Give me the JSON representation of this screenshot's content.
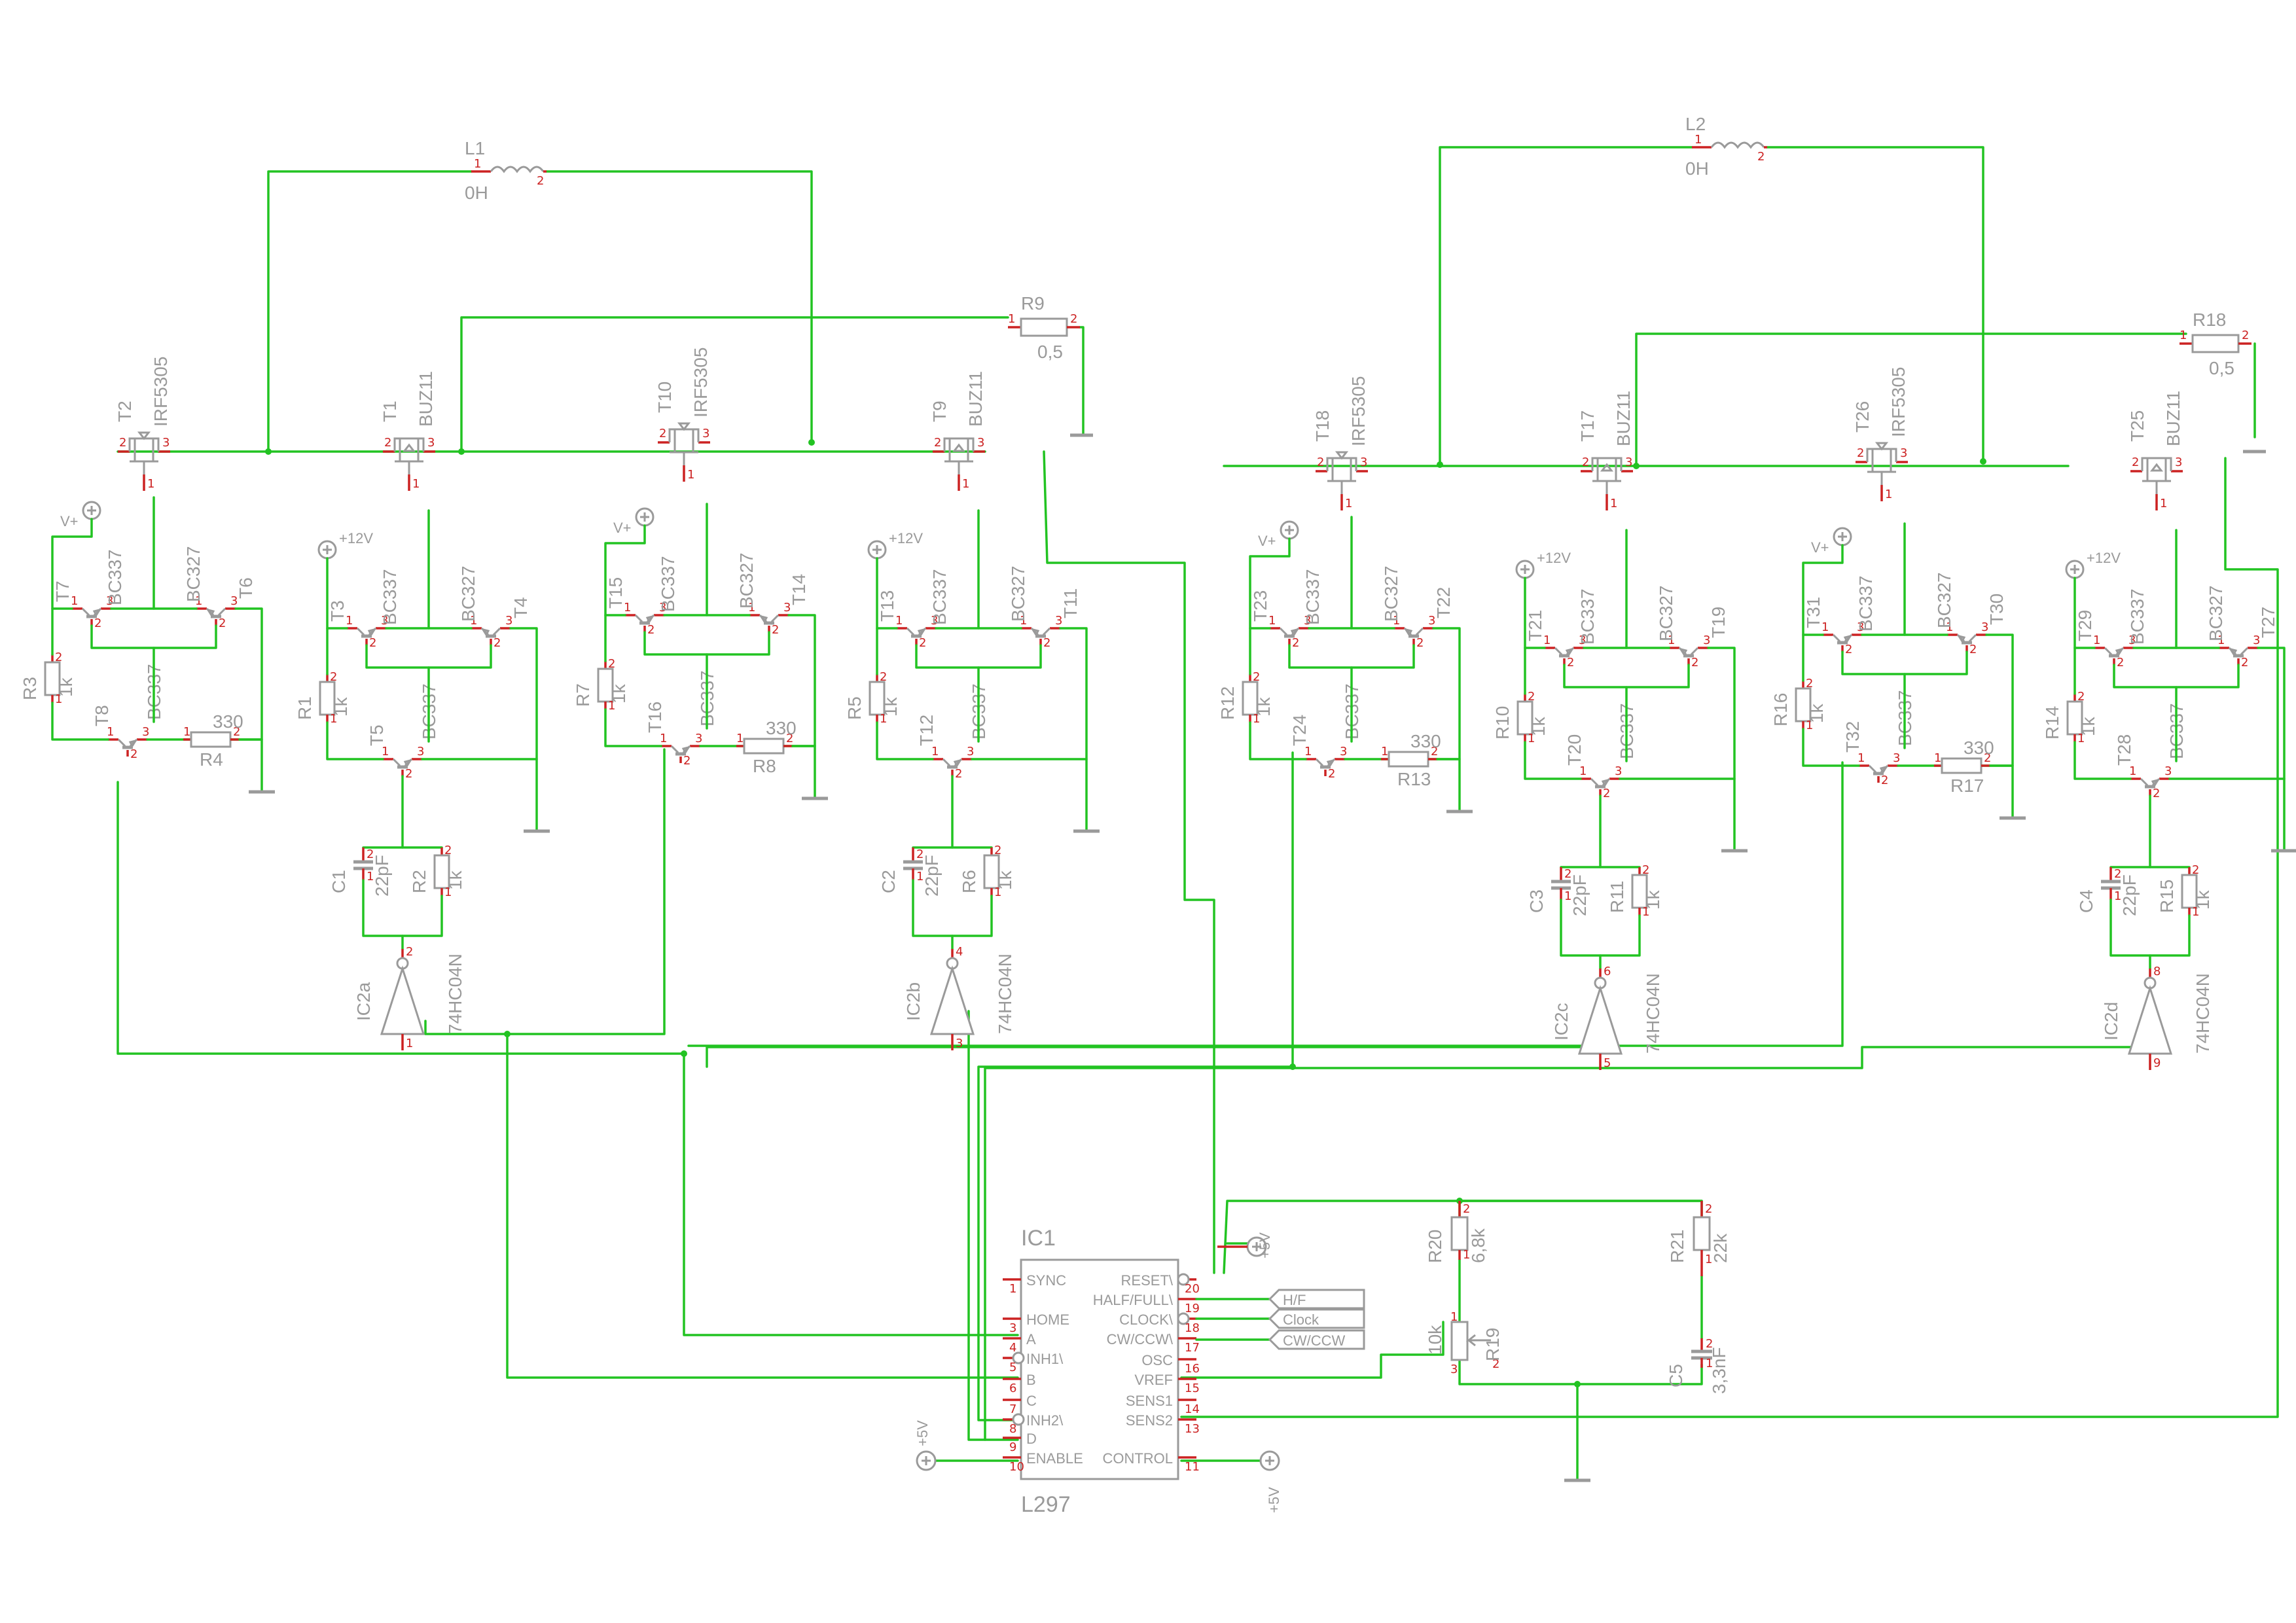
{
  "inductors": [
    {
      "id": "L1",
      "ref": "L1",
      "value": "0H"
    },
    {
      "id": "L2",
      "ref": "L2",
      "value": "0H"
    }
  ],
  "sense_resistors": [
    {
      "ref": "R9",
      "value": "0,5"
    },
    {
      "ref": "R18",
      "value": "0,5"
    }
  ],
  "bridges": [
    {
      "id": "b1",
      "pmos_a": {
        "ref": "T2",
        "type": "IRF5305"
      },
      "nmos_a": {
        "ref": "T1",
        "type": "BUZ11"
      },
      "pmos_b": {
        "ref": "T10",
        "type": "IRF5305"
      },
      "nmos_b": {
        "ref": "T9",
        "type": "BUZ11"
      },
      "drv": [
        {
          "npn": "T7",
          "npn_type": "BC337",
          "pnp": "T6",
          "pnp_type": "BC327",
          "rb": "R3",
          "rb_val": "1k",
          "q": "T8",
          "q_type": "BC337",
          "rc": "R4",
          "rc_val": "330",
          "supply": "V+"
        },
        {
          "npn": "T3",
          "npn_type": "BC337",
          "pnp": "T4",
          "pnp_type": "BC327",
          "rb": "R1",
          "rb_val": "1k",
          "q": "T5",
          "q_type": "BC337",
          "c": "C1",
          "c_val": "22pF",
          "r": "R2",
          "r_val": "1k",
          "inv": "IC2a",
          "inv_type": "74HC04N",
          "supply": "+12V",
          "pin_in": "1",
          "pin_out": "2"
        },
        {
          "npn": "T15",
          "npn_type": "BC337",
          "pnp": "T14",
          "pnp_type": "BC327",
          "rb": "R7",
          "rb_val": "1k",
          "q": "T16",
          "q_type": "BC337",
          "rc": "R8",
          "rc_val": "330",
          "supply": "V+"
        },
        {
          "npn": "T13",
          "npn_type": "BC337",
          "pnp": "T11",
          "pnp_type": "BC327",
          "rb": "R5",
          "rb_val": "1k",
          "q": "T12",
          "q_type": "BC337",
          "c": "C2",
          "c_val": "22pF",
          "r": "R6",
          "r_val": "1k",
          "inv": "IC2b",
          "inv_type": "74HC04N",
          "supply": "+12V",
          "pin_in": "3",
          "pin_out": "4"
        }
      ]
    },
    {
      "id": "b2",
      "pmos_a": {
        "ref": "T18",
        "type": "IRF5305"
      },
      "nmos_a": {
        "ref": "T17",
        "type": "BUZ11"
      },
      "pmos_b": {
        "ref": "T26",
        "type": "IRF5305"
      },
      "nmos_b": {
        "ref": "T25",
        "type": "BUZ11"
      },
      "drv": [
        {
          "npn": "T23",
          "npn_type": "BC337",
          "pnp": "T22",
          "pnp_type": "BC327",
          "rb": "R12",
          "rb_val": "1k",
          "q": "T24",
          "q_type": "BC337",
          "rc": "R13",
          "rc_val": "330",
          "supply": "V+"
        },
        {
          "npn": "T21",
          "npn_type": "BC337",
          "pnp": "T19",
          "pnp_type": "BC327",
          "rb": "R10",
          "rb_val": "1k",
          "q": "T20",
          "q_type": "BC337",
          "c": "C3",
          "c_val": "22pF",
          "r": "R11",
          "r_val": "1k",
          "inv": "IC2c",
          "inv_type": "74HC04N",
          "supply": "+12V",
          "pin_in": "5",
          "pin_out": "6"
        },
        {
          "npn": "T31",
          "npn_type": "BC337",
          "pnp": "T30",
          "pnp_type": "BC327",
          "rb": "R16",
          "rb_val": "1k",
          "q": "T32",
          "q_type": "BC337",
          "rc": "R17",
          "rc_val": "330",
          "supply": "V+"
        },
        {
          "npn": "T29",
          "npn_type": "BC337",
          "pnp": "T27",
          "pnp_type": "BC327",
          "rb": "R14",
          "rb_val": "1k",
          "q": "T28",
          "q_type": "BC337",
          "c": "C4",
          "c_val": "22pF",
          "r": "R15",
          "r_val": "1k",
          "inv": "IC2d",
          "inv_type": "74HC04N",
          "supply": "+12V",
          "pin_in": "9",
          "pin_out": "8"
        }
      ]
    }
  ],
  "controller": {
    "ref": "IC1",
    "type": "L297",
    "left_pins": [
      {
        "name": "SYNC",
        "num": "1",
        "bubble": false
      },
      {
        "name": "HOME",
        "num": "3",
        "bubble": false
      },
      {
        "name": "A",
        "num": "4",
        "bubble": false
      },
      {
        "name": "INH1\\",
        "num": "5",
        "bubble": true
      },
      {
        "name": "B",
        "num": "6",
        "bubble": false
      },
      {
        "name": "C",
        "num": "7",
        "bubble": false
      },
      {
        "name": "INH2\\",
        "num": "8",
        "bubble": true
      },
      {
        "name": "D",
        "num": "9",
        "bubble": false
      },
      {
        "name": "ENABLE",
        "num": "10",
        "bubble": false
      }
    ],
    "right_pins": [
      {
        "name": "RESET\\",
        "num": "20",
        "bubble": true
      },
      {
        "name": "HALF/FULL\\",
        "num": "19",
        "bubble": false
      },
      {
        "name": "CLOCK\\",
        "num": "18",
        "bubble": true
      },
      {
        "name": "CW/CCW\\",
        "num": "17",
        "bubble": false
      },
      {
        "name": "OSC",
        "num": "16",
        "bubble": false
      },
      {
        "name": "VREF",
        "num": "15",
        "bubble": false
      },
      {
        "name": "SENS1",
        "num": "14",
        "bubble": false
      },
      {
        "name": "SENS2",
        "num": "13",
        "bubble": false
      },
      {
        "name": "CONTROL",
        "num": "11",
        "bubble": false
      }
    ],
    "supply_label": "+5V"
  },
  "inputs": [
    {
      "label": "H/F"
    },
    {
      "label": "Clock"
    },
    {
      "label": "CW/CCW"
    }
  ],
  "reference": {
    "r20": {
      "ref": "R20",
      "value": "6,8k"
    },
    "r19": {
      "ref": "R19",
      "value": "10k"
    },
    "r21": {
      "ref": "R21",
      "value": "22k"
    },
    "c5": {
      "ref": "C5",
      "value": "3,3nF"
    }
  },
  "colors": {
    "wire": "#22c322",
    "symbol": "#9a9a9a",
    "pin": "#cc2222"
  }
}
